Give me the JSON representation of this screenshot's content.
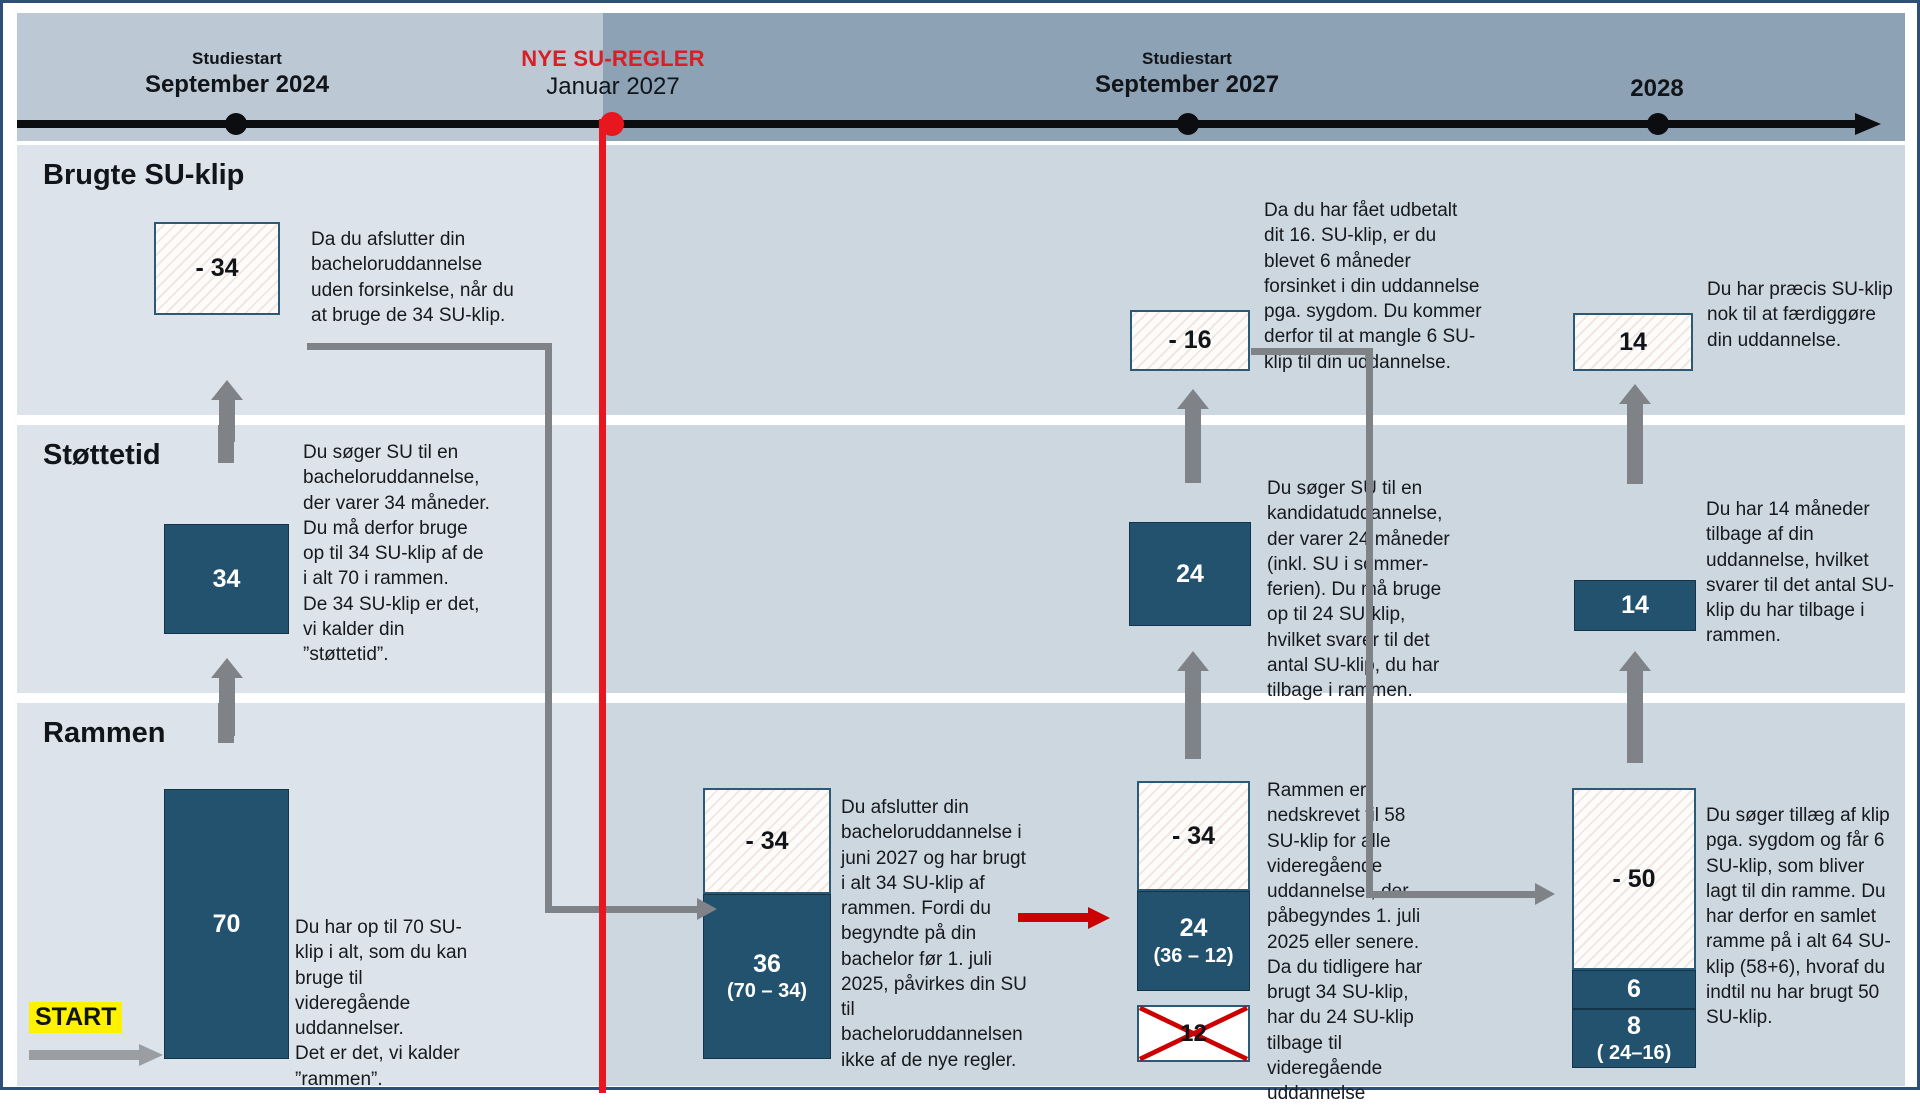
{
  "timeline": {
    "markers": [
      {
        "sub": "Studiestart",
        "main": "September 2024",
        "bold": true,
        "red": false
      },
      {
        "sub": "NYE SU-REGLER",
        "main": "Januar 2027",
        "bold": false,
        "red": true
      },
      {
        "sub": "Studiestart",
        "main": "September 2027",
        "bold": true,
        "red": false
      },
      {
        "sub": "",
        "main": "2028",
        "bold": true,
        "red": false
      }
    ]
  },
  "rows": {
    "brugte": {
      "title": "Brugte SU-klip"
    },
    "stoette": {
      "title": "Støttetid"
    },
    "rammen": {
      "title": "Rammen"
    }
  },
  "boxes": {
    "brugte_2024": {
      "value": "- 34"
    },
    "brugte_2027": {
      "value": "- 16"
    },
    "brugte_2028": {
      "value": "14"
    },
    "stoette_2024": {
      "value": "34"
    },
    "stoette_2027": {
      "value": "24"
    },
    "stoette_2028": {
      "value": "14"
    },
    "rammen_2024": {
      "value": "70"
    },
    "rammen_mid_top": {
      "value": "- 34"
    },
    "rammen_mid_bottom": {
      "value": "36",
      "sub": "(70 – 34)"
    },
    "rammen_2027_top": {
      "value": "- 34"
    },
    "rammen_2027_middle": {
      "value": "24",
      "sub": "(36 – 12)"
    },
    "rammen_2027_crossed": {
      "value": "12"
    },
    "rammen_2028_top": {
      "value": "- 50"
    },
    "rammen_2028_middle": {
      "value": "6"
    },
    "rammen_2028_bottom": {
      "value": "8",
      "sub": "( 24–16)"
    }
  },
  "notes": {
    "brugte_2024": "Da du afslutter din bacheloruddannelse uden forsinkelse, når du at bruge de 34 SU-klip.",
    "brugte_2027": "Da du har fået udbetalt dit 16. SU-klip, er du blevet 6 måneder forsinket i din uddannelse pga. sygdom. Du kommer derfor til at mangle 6 SU-klip til din uddannelse.",
    "brugte_2028": "Du har præcis SU-klip nok til at færdiggøre din uddannelse.",
    "stoette_2024": "Du søger SU til en bacheloruddannelse, der varer 34 måneder. Du må derfor bruge op til 34 SU-klip af de i alt 70 i rammen.\nDe 34 SU-klip er det, vi kalder din ”støttetid”.",
    "stoette_2027": "Du søger SU til en kandidatuddannelse, der varer 24 måneder (inkl. SU i sommer-ferien). Du må bruge op til 24 SU-klip, hvilket svarer til det antal SU-klip, du har tilbage i rammen.",
    "stoette_2028": "Du har 14 måneder tilbage af din uddannelse, hvilket svarer til det antal SU-klip du har tilbage i rammen.",
    "rammen_2024": "Du har op til 70 SU-klip i alt, som du kan bruge til videregående uddannelser.\nDet er det, vi kalder ”rammen”.",
    "rammen_mid": "Du afslutter din bacheloruddannelse i juni 2027 og har brugt i alt 34 SU-klip af rammen. Fordi du begyndte på din bachelor før 1. juli 2025, påvirkes din SU til bacheloruddannelsen ikke af de nye regler.",
    "rammen_2027": "Rammen er nedskrevet til 58 SU-klip for alle videregående uddannelser, der påbegyndes 1. juli 2025 eller senere. Da du tidligere har brugt 34 SU-klip, har du 24 SU-klip tilbage til videregående uddannelse",
    "rammen_2028": "Du søger tillæg af klip pga. sygdom og får 6 SU-klip, som bliver lagt til din ramme. Du har derfor en samlet ramme på i alt 64 SU-klip (58+6), hvoraf du indtil nu har brugt 50 SU-klip."
  },
  "start": {
    "label": "START"
  },
  "colors": {
    "accent_red": "#e8171f",
    "solid_blue": "#23526f",
    "band_light": "#dde3ea",
    "band_dark": "#cdd7e0",
    "header_light": "#bcc9d4",
    "header_dark": "#8da2b5",
    "highlight_yellow": "#fff200",
    "gray_connector": "#7f8387"
  }
}
